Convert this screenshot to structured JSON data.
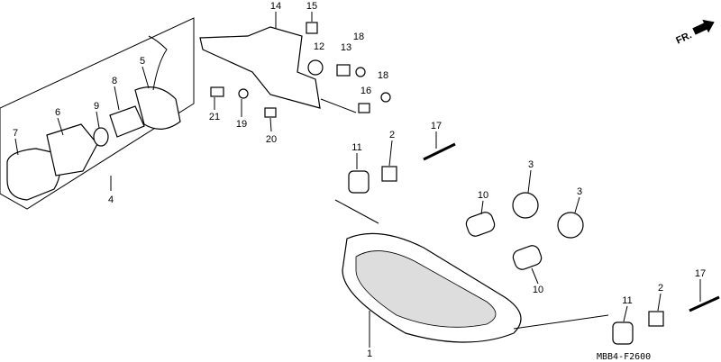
{
  "diagram": {
    "direction_indicator": "FR.",
    "drawing_code": "MBB4-F2600",
    "callouts": [
      "14",
      "15",
      "12",
      "13",
      "18",
      "18",
      "16",
      "5",
      "8",
      "9",
      "6",
      "7",
      "4",
      "21",
      "19",
      "20",
      "17",
      "11",
      "2",
      "3",
      "10",
      "3",
      "10",
      "1",
      "11",
      "2",
      "17"
    ]
  }
}
